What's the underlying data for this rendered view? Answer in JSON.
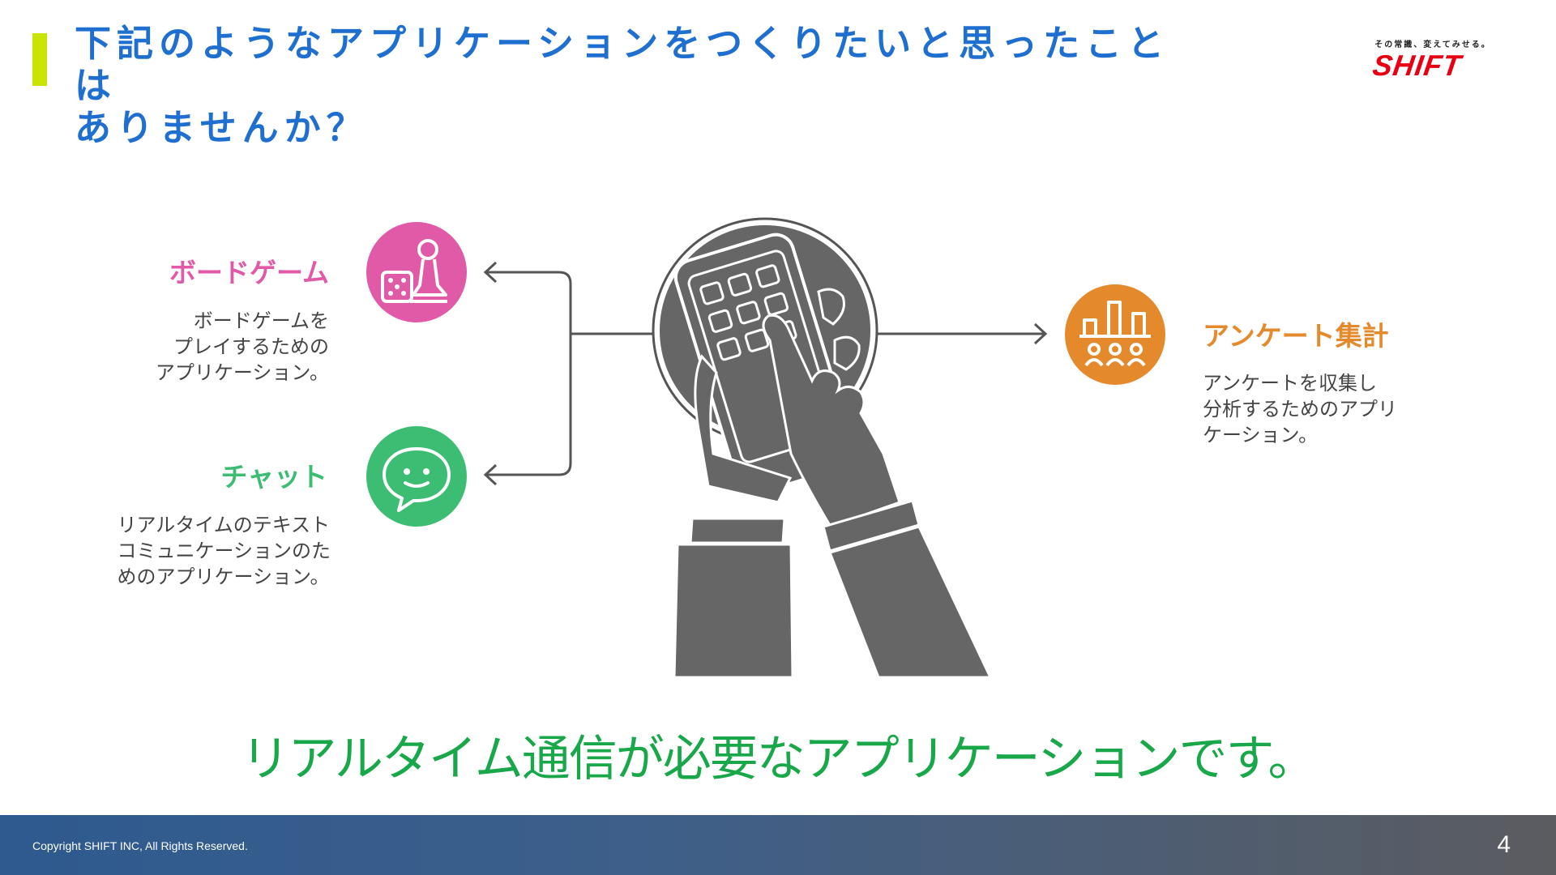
{
  "slide": {
    "title": "下記のようなアプリケーションをつくりたいと思ったことは\nありませんか？",
    "conclusion": "リアルタイム通信が必要なアプリケーションです。"
  },
  "brand": {
    "tagline": "その常識、変えてみせる。",
    "name": "SHIFT",
    "color": "#e60012"
  },
  "categories": {
    "board_game": {
      "title": "ボードゲーム",
      "description": "ボードゲームを\nプレイするための\nアプリケーション。",
      "color": "#e05aa8",
      "icon": "board-game-icon"
    },
    "chat": {
      "title": "チャット",
      "description": "リアルタイムのテキスト\nコミュニケーションのた\nめのアプリケーション。",
      "color": "#3dbd73",
      "icon": "chat-icon"
    },
    "survey": {
      "title": "アンケート集計",
      "description": "アンケートを収集し\n分析するためのアプリ\nケーション。",
      "color": "#e58a2c",
      "icon": "survey-chart-icon"
    }
  },
  "footer": {
    "copyright": "Copyright SHIFT INC, All Rights Reserved.",
    "page_number": "4"
  },
  "colors": {
    "title": "#1f6fd0",
    "accent": "#c8e400",
    "conclusion": "#18a84a"
  }
}
